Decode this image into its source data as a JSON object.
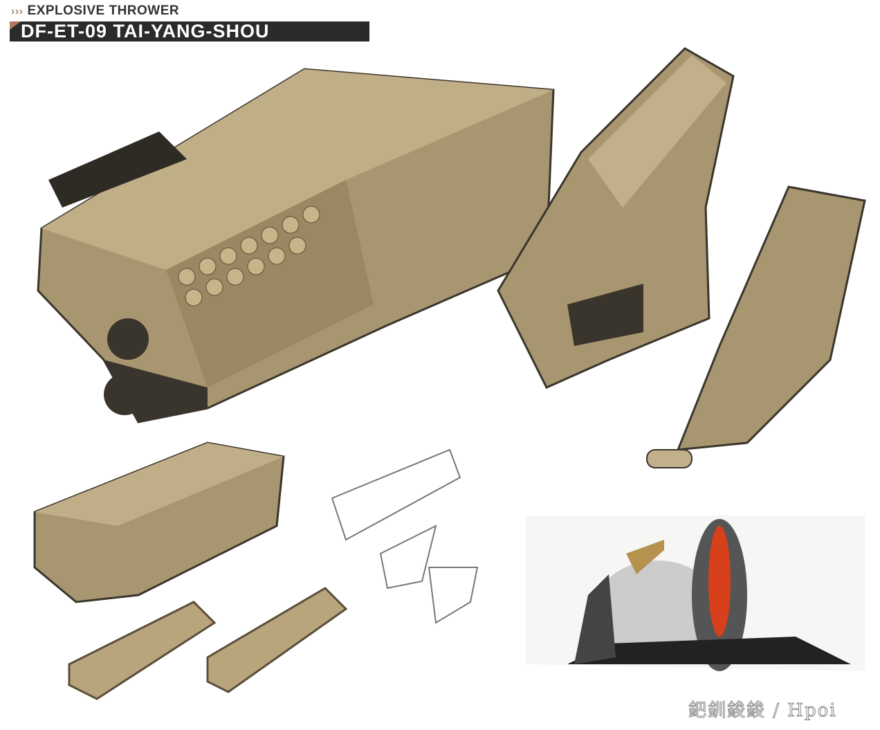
{
  "header": {
    "subtitle": "EXPLOSIVE THROWER",
    "title": "DF-ET-09 TAI-YANG-SHOU"
  },
  "watermark": "鈀釧鋑鋑 / Hpoi",
  "colors": {
    "khaki": "#a89670",
    "dark": "#3a352c",
    "title_bg": "#2b2b2b",
    "accent": "#b07a5c"
  }
}
